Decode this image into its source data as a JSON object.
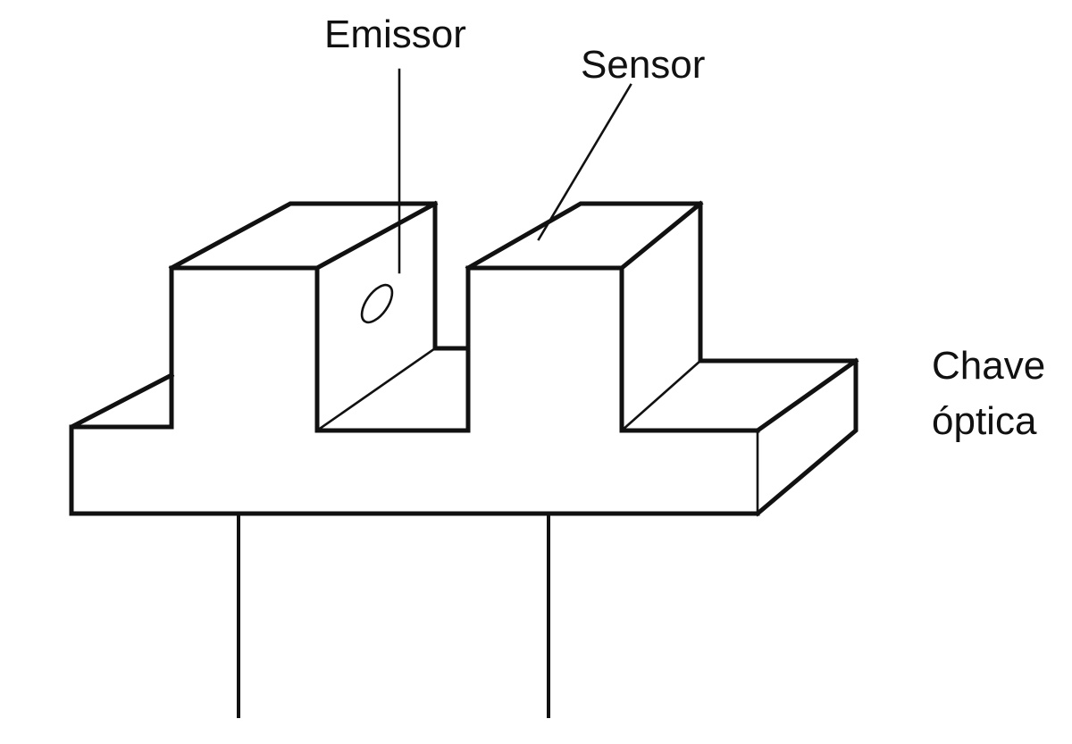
{
  "labels": {
    "emitter": "Emissor",
    "sensor": "Sensor",
    "device_line1": "Chave",
    "device_line2": "óptica"
  },
  "colors": {
    "line": "#111111",
    "background": "#ffffff"
  }
}
